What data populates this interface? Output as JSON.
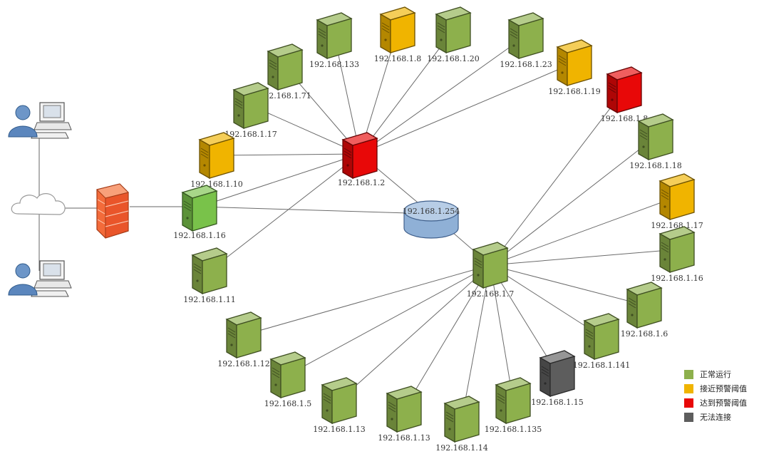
{
  "colors": {
    "normal": "#8db04c",
    "warning": "#f0b400",
    "alarm": "#e80808",
    "offline": "#5d5d5d",
    "gateway": "#79c24a",
    "router": "#b7cde6"
  },
  "legend": [
    {
      "status": "normal",
      "label": "正常运行"
    },
    {
      "status": "warning",
      "label": "接近预警阈值"
    },
    {
      "status": "alarm",
      "label": "达到预警阈值"
    },
    {
      "status": "offline",
      "label": "无法连接"
    }
  ],
  "router": {
    "label": "192.168.1.254"
  },
  "hub_a": {
    "label": "192.168.1.2",
    "status": "alarm"
  },
  "hub_b": {
    "label": "192.168.1.7",
    "status": "normal"
  },
  "gateway": {
    "label": "192.168.1.16",
    "status": "normal"
  },
  "hub_a_servers": [
    {
      "label": "192.168.1.71",
      "status": "normal"
    },
    {
      "label": "192.168.133",
      "status": "normal"
    },
    {
      "label": "192.168.1.8",
      "status": "warning"
    },
    {
      "label": "192.168.1.20",
      "status": "normal"
    },
    {
      "label": "192.168.1.23",
      "status": "normal"
    },
    {
      "label": "192.168.1.19",
      "status": "warning"
    },
    {
      "label": "192.168.1.17",
      "status": "normal"
    },
    {
      "label": "192.168.1.10",
      "status": "warning"
    },
    {
      "label": "192.168.1.11",
      "status": "normal"
    }
  ],
  "hub_b_servers": [
    {
      "label": "192.168.1.8",
      "status": "alarm"
    },
    {
      "label": "192.168.1.18",
      "status": "normal"
    },
    {
      "label": "192.168.1.17",
      "status": "warning"
    },
    {
      "label": "192.168.1.16",
      "status": "normal"
    },
    {
      "label": "192.168.1.6",
      "status": "normal"
    },
    {
      "label": "192.168.1.141",
      "status": "normal"
    },
    {
      "label": "192.168.1.15",
      "status": "offline"
    },
    {
      "label": "192.168.1.135",
      "status": "normal"
    },
    {
      "label": "192.168.1.14",
      "status": "normal"
    },
    {
      "label": "192.168.1.13",
      "status": "normal"
    },
    {
      "label": "192.168.1.13",
      "status": "normal"
    },
    {
      "label": "192.168.1.5",
      "status": "normal"
    },
    {
      "label": "192.168.1.12",
      "status": "normal"
    }
  ]
}
